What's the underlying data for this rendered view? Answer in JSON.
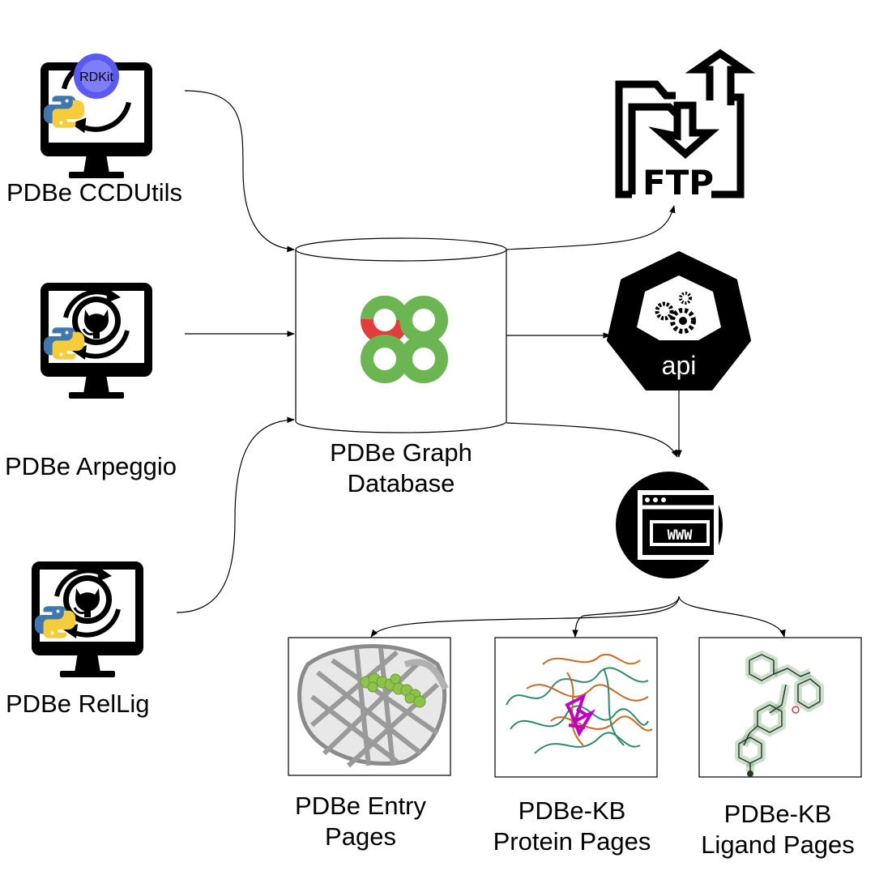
{
  "tools": {
    "ccdutils": {
      "label": "PDBe CCDUtils",
      "badge": "RDKit",
      "icon": "rdkit-python-monitor-icon"
    },
    "arpeggio": {
      "label": "PDBe Arpeggio",
      "icon": "github-python-monitor-icon"
    },
    "rellig": {
      "label": "PDBe RelLig",
      "icon": "github-python-monitor-icon"
    }
  },
  "database": {
    "line1": "PDBe Graph",
    "line2": "Database",
    "icon": "neo4j-logo-icon"
  },
  "outputs": {
    "ftp": {
      "label": "FTP",
      "icon": "ftp-folder-transfer-icon"
    },
    "api": {
      "label": "api",
      "icon": "kubernetes-api-icon"
    },
    "web": {
      "label": "WWW",
      "icon": "web-browser-icon"
    }
  },
  "pages": {
    "entry": {
      "line1": "PDBe Entry",
      "line2": "Pages"
    },
    "protein": {
      "line1": "PDBe-KB",
      "line2": "Protein Pages"
    },
    "ligand": {
      "line1": "PDBe-KB",
      "line2": "Ligand Pages"
    }
  },
  "colors": {
    "neo4j_red": "#e23c3c",
    "neo4j_green": "#6bb653",
    "rdkit_blue": "#5a5af0",
    "python_blue": "#3f77ae",
    "python_yellow": "#f5cd3c",
    "ligand_green": "#8dc34a",
    "protein_orange": "#c86a1f",
    "protein_teal": "#2f8a6e",
    "protein_magenta": "#c000c0"
  }
}
